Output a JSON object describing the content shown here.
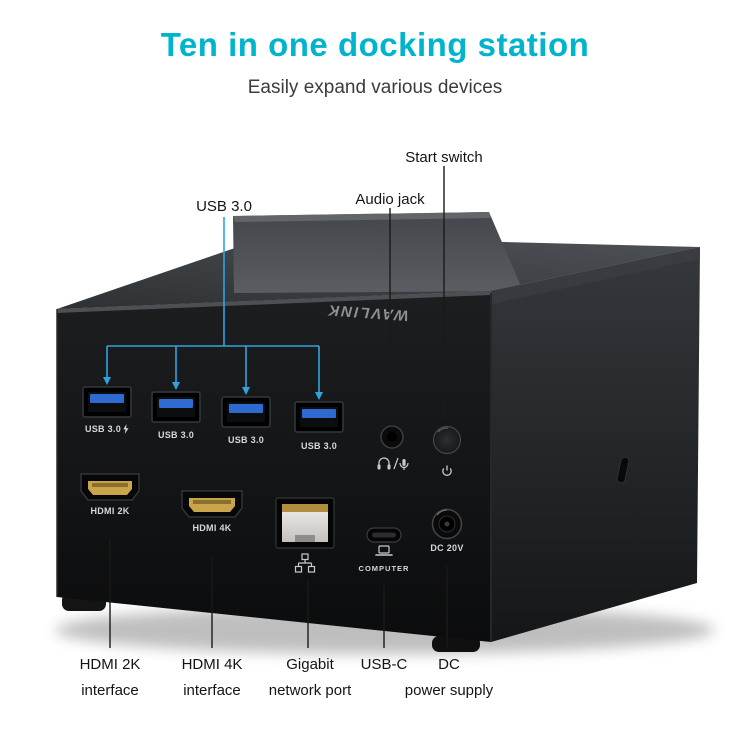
{
  "header": {
    "title": "Ten in one docking station",
    "subtitle": "Easily expand various devices"
  },
  "top_callouts": {
    "usb": "USB 3.0",
    "audio": "Audio jack",
    "start": "Start switch"
  },
  "bottom_callouts": [
    {
      "line1": "HDMI 2K",
      "line2": "interface"
    },
    {
      "line1": "HDMI 4K",
      "line2": "interface"
    },
    {
      "line1": "Gigabit",
      "line2": "network port"
    },
    {
      "line1": "USB-C",
      "line2": ""
    },
    {
      "line1": "DC",
      "line2": "power supply"
    }
  ],
  "device": {
    "brand": "WAVLINK",
    "usb_labels": [
      "USB 3.0",
      "USB 3.0",
      "USB 3.0",
      "USB 3.0"
    ],
    "hdmi2k_label": "HDMI 2K",
    "hdmi4k_label": "HDMI 4K",
    "usbc_label": "COMPUTER",
    "dc_label": "DC 20V"
  },
  "colors": {
    "title": "#00b4cd",
    "callout_line_accent": "#2fa3e2",
    "callout_line_dark": "#1a1a1a",
    "usb_tongue_blue": "#2e6ad0",
    "hdmi_gold": "#c9a44a"
  }
}
